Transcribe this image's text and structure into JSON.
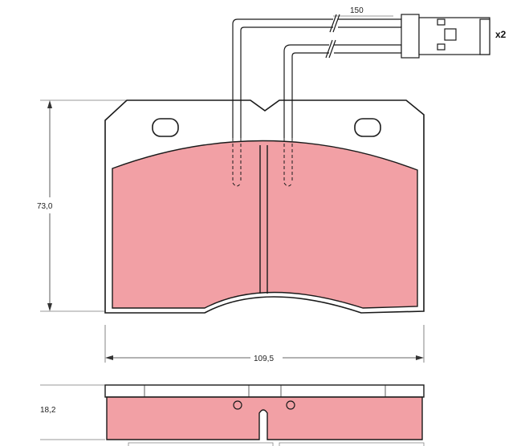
{
  "colors": {
    "pad_fill": "#f2a0a5",
    "outline": "#1a1a1a",
    "dimension_line": "#333333",
    "background": "#ffffff"
  },
  "dimensions": {
    "wire_length": "150",
    "height": "73,0",
    "width": "109,5",
    "thickness": "18,2"
  },
  "quantity_label": "x2"
}
